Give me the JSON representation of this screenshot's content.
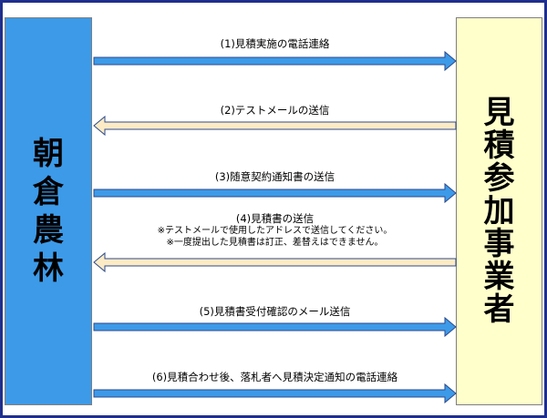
{
  "left_party": {
    "label": [
      "朝",
      "倉",
      "農",
      "林"
    ]
  },
  "right_party": {
    "label": [
      "見",
      "積",
      "参",
      "加",
      "事",
      "業",
      "者"
    ]
  },
  "colors": {
    "left_fill": "#3d9ae8",
    "right_fill": "#ffffcc",
    "forward_arrow_fill": "#3d9ae8",
    "backward_arrow_fill": "#fcebc4",
    "arrow_stroke": "#2c4a8c",
    "frame_border": "#1f2f8c"
  },
  "messages": [
    {
      "step": "(1)見積実施の電話連絡",
      "direction": "forward",
      "notes": []
    },
    {
      "step": "(2)テストメールの送信",
      "direction": "backward",
      "notes": []
    },
    {
      "step": "(3)随意契約通知書の送信",
      "direction": "forward",
      "notes": []
    },
    {
      "step": "(4)見積書の送信",
      "direction": "backward",
      "notes": [
        "※テストメールで使用したアドレスで送信してください。",
        "※一度提出した見積書は訂正、差替えはできません。"
      ]
    },
    {
      "step": "(5)見積書受付確認のメール送信",
      "direction": "forward",
      "notes": []
    },
    {
      "step": "(6)見積合わせ後、落札者へ見積決定通知の電話連絡",
      "direction": "forward",
      "notes": []
    }
  ]
}
